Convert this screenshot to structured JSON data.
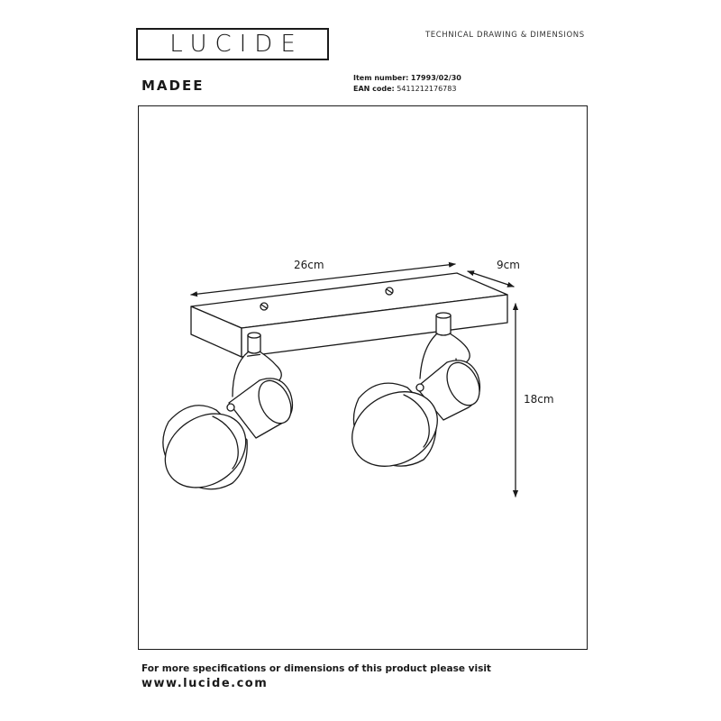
{
  "brand": {
    "logo_text": "LUCIDE"
  },
  "header": {
    "doc_type": "TECHNICAL DRAWING & DIMENSIONS",
    "product_name": "MADEE",
    "item_label": "Item number:",
    "item_value": "17993/02/30",
    "ean_label": "EAN code:",
    "ean_value": "5411212176783"
  },
  "dimensions": {
    "length": "26cm",
    "depth": "9cm",
    "height": "18cm"
  },
  "footer": {
    "note": "For more specifications or dimensions of this product please visit",
    "url": "www.lucide.com"
  }
}
